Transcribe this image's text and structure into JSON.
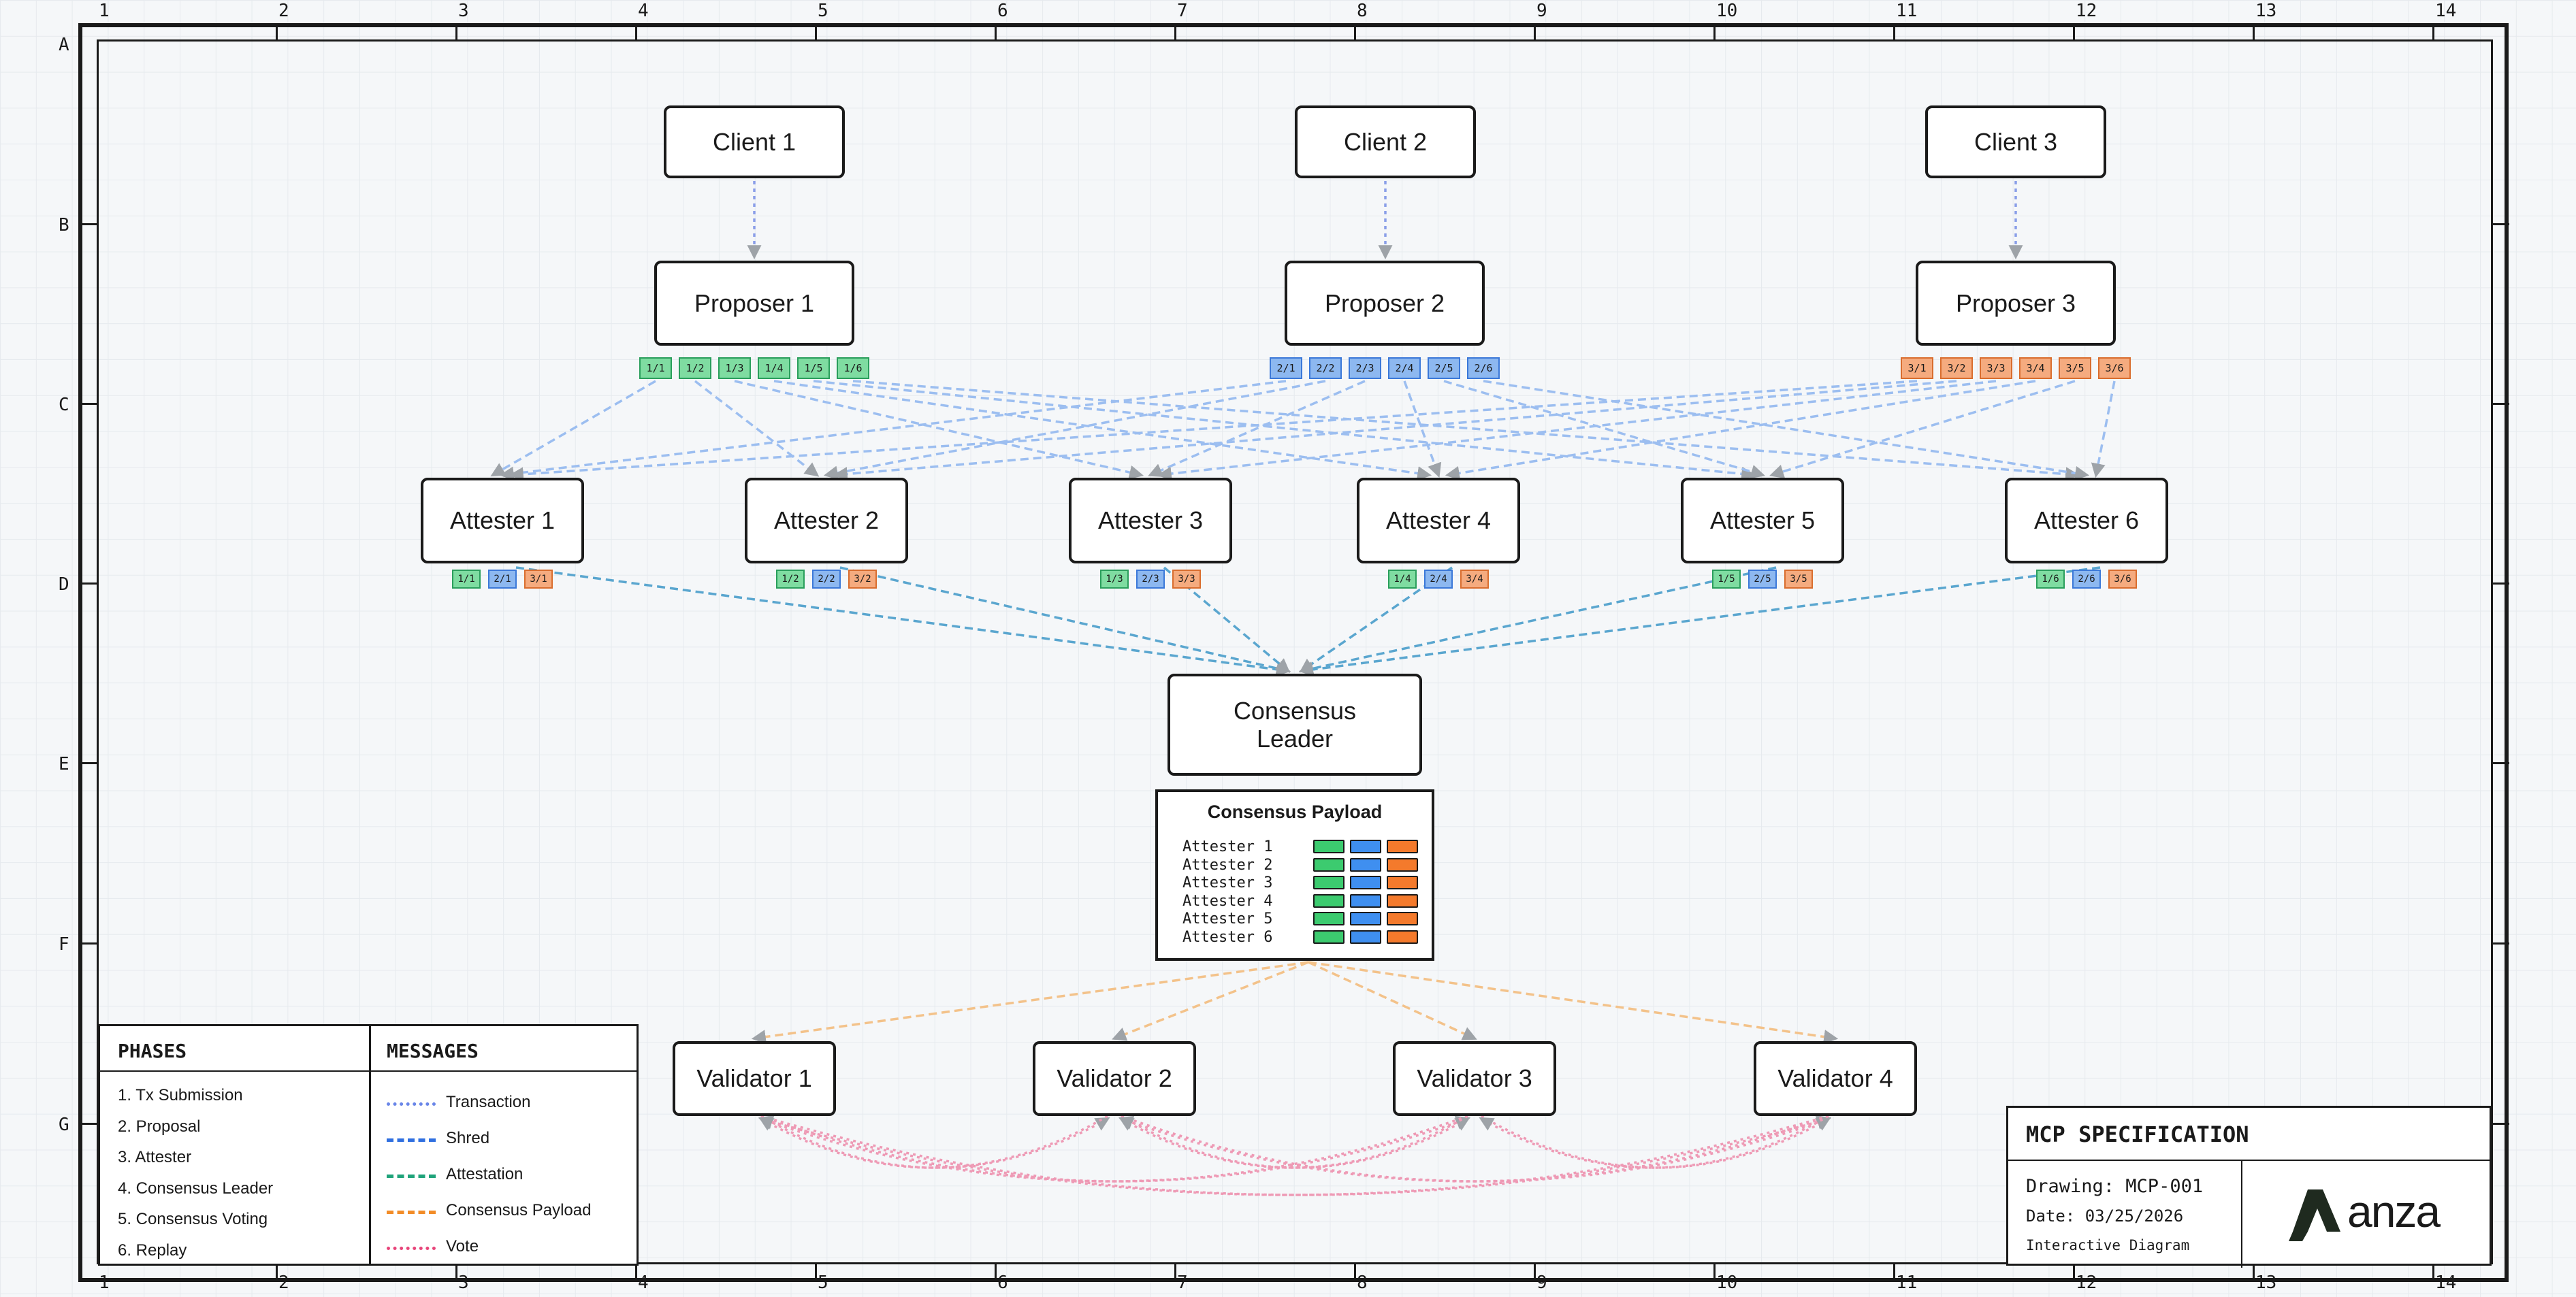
{
  "grid": {
    "columns": [
      "1",
      "2",
      "3",
      "4",
      "5",
      "6",
      "7",
      "8",
      "9",
      "10",
      "11",
      "12",
      "13",
      "14"
    ],
    "rows": [
      "A",
      "B",
      "C",
      "D",
      "E",
      "F",
      "G"
    ]
  },
  "colors": {
    "transaction": "#6a86e8",
    "shred": "#2f6fe0",
    "attestation": "#1fa37a",
    "payload": "#f28c28",
    "vote": "#e8457a",
    "txn_edge": "#8a9ee8",
    "shred_edge": "#9cbef0",
    "attest_edge": "#5aa6cf",
    "payload_edge": "#f3c28a",
    "vote_edge": "#ee9ab5"
  },
  "clients": [
    "Client 1",
    "Client 2",
    "Client 3"
  ],
  "proposers": [
    "Proposer 1",
    "Proposer 2",
    "Proposer 3"
  ],
  "proposer_shreds": [
    [
      "1/1",
      "1/2",
      "1/3",
      "1/4",
      "1/5",
      "1/6"
    ],
    [
      "2/1",
      "2/2",
      "2/3",
      "2/4",
      "2/5",
      "2/6"
    ],
    [
      "3/1",
      "3/2",
      "3/3",
      "3/4",
      "3/5",
      "3/6"
    ]
  ],
  "attesters": [
    "Attester 1",
    "Attester 2",
    "Attester 3",
    "Attester 4",
    "Attester 5",
    "Attester 6"
  ],
  "attester_shreds": [
    [
      "1/1",
      "2/1",
      "3/1"
    ],
    [
      "1/2",
      "2/2",
      "3/2"
    ],
    [
      "1/3",
      "2/3",
      "3/3"
    ],
    [
      "1/4",
      "2/4",
      "3/4"
    ],
    [
      "1/5",
      "2/5",
      "3/5"
    ],
    [
      "1/6",
      "2/6",
      "3/6"
    ]
  ],
  "leader": "Consensus\nLeader",
  "payload": {
    "title": "Consensus Payload",
    "rows": [
      "Attester 1",
      "Attester 2",
      "Attester 3",
      "Attester 4",
      "Attester 5",
      "Attester 6"
    ]
  },
  "validators": [
    "Validator 1",
    "Validator 2",
    "Validator 3",
    "Validator 4"
  ],
  "legend": {
    "phases_title": "PHASES",
    "phases": [
      "1. Tx Submission",
      "2. Proposal",
      "3. Attester",
      "4. Consensus Leader",
      "5. Consensus Voting",
      "6. Replay"
    ],
    "messages_title": "MESSAGES",
    "messages": [
      {
        "label": "Transaction",
        "color": "#6a86e8"
      },
      {
        "label": "Shred",
        "color": "#2f6fe0"
      },
      {
        "label": "Attestation",
        "color": "#1fa37a"
      },
      {
        "label": "Consensus Payload",
        "color": "#f28c28"
      },
      {
        "label": "Vote",
        "color": "#e8457a"
      }
    ]
  },
  "title_block": {
    "title": "MCP SPECIFICATION",
    "drawing": "Drawing: MCP-001",
    "date": "Date: 03/25/2026",
    "subtitle": "Interactive Diagram",
    "logo_text": "anza"
  }
}
